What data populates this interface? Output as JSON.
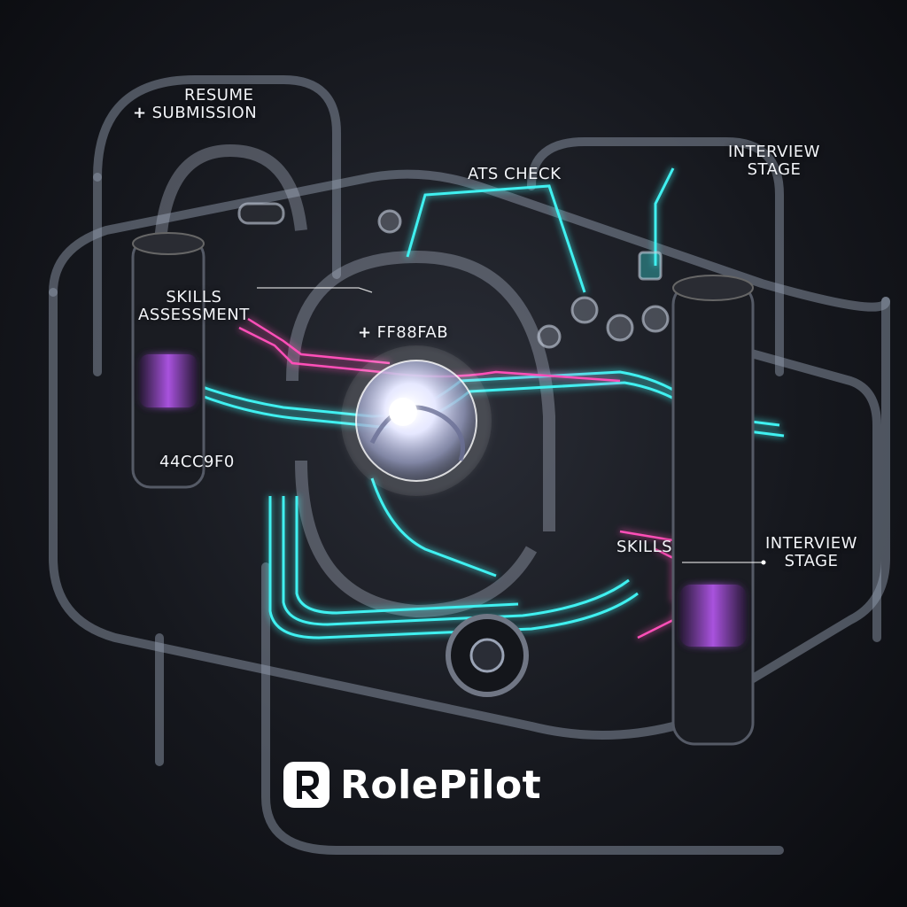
{
  "labels": {
    "resume_line1": "RESUME",
    "resume_line2": "SUBMISSION",
    "resume_plus": "+",
    "ats_check": "ATS CHECK",
    "interview_stage_top_line1": "INTERVIEW",
    "interview_stage_top_line2": "STAGE",
    "skills_assessment_line1": "SKILLS",
    "skills_assessment_line2": "ASSESSMENT",
    "hex_pink_plus": "+",
    "hex_pink": "FF88FAB",
    "hex_cyan": "44CC9F0",
    "skills": "SKILLS",
    "interview_stage_bottom_line1": "INTERVIEW",
    "interview_stage_bottom_line2": "STAGE"
  },
  "brand": {
    "name": "RolePilot",
    "logo_icon": "rolepilot-r-logo-icon"
  },
  "colors": {
    "cyan": "#3ff0f0",
    "pink": "#ff4fb8",
    "purple": "#c25cff",
    "glass": "#9aa3b5",
    "text": "#f2f4f8"
  }
}
